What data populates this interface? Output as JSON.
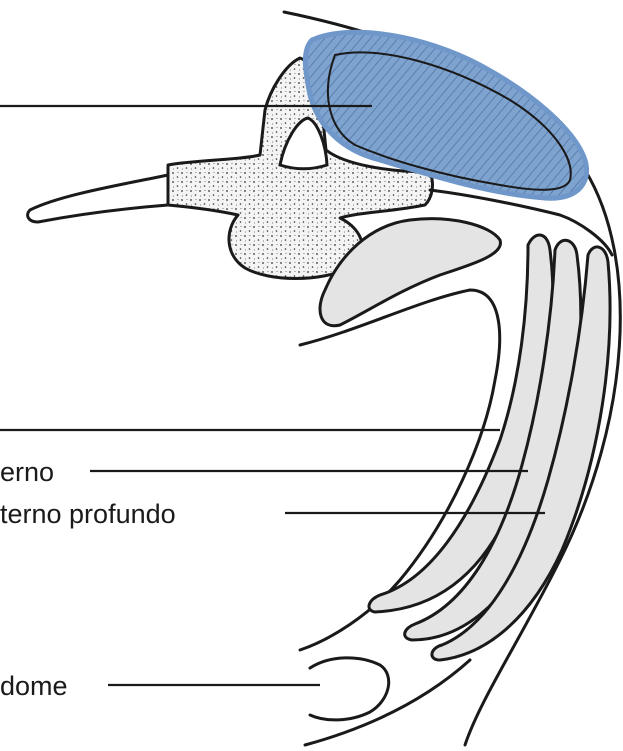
{
  "labels": {
    "intercostal_externo": "erno",
    "intercostal_interno_profundo": "terno profundo",
    "abdome": "dome"
  },
  "colors": {
    "highlight_fill": "#7fa3cf",
    "highlight_stroke": "#6f97c9",
    "vertebra_fill": "#f4f4f4",
    "rib_fill": "#e4e4e4",
    "stroke": "#1a1a1a"
  }
}
